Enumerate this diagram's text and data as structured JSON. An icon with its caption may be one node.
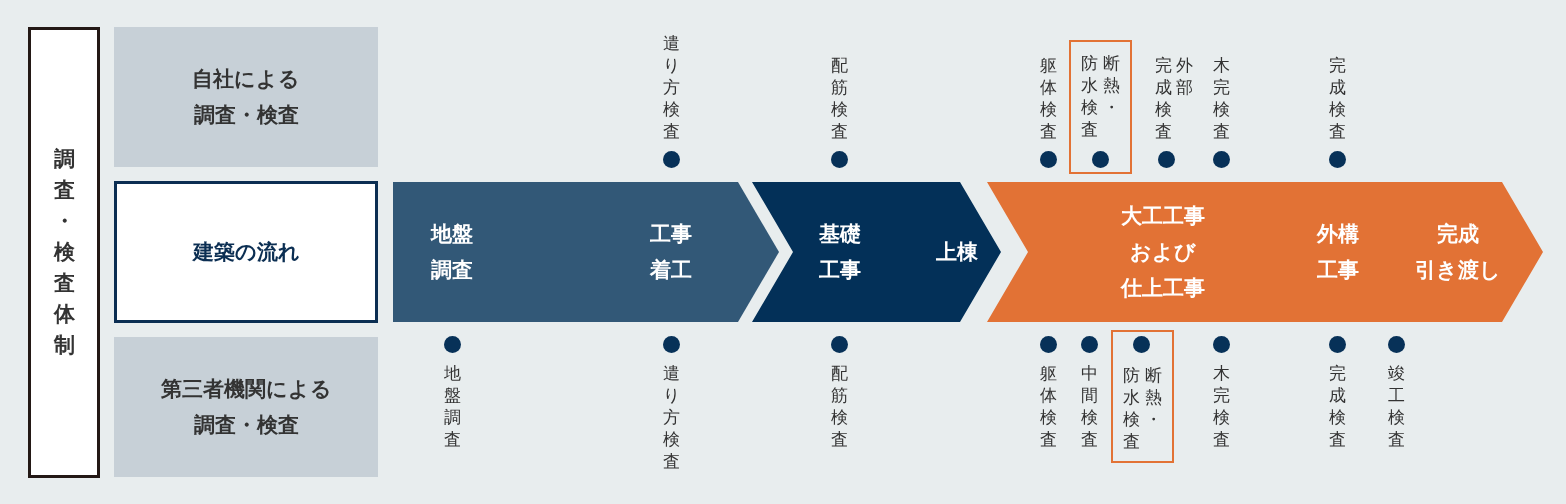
{
  "diagram": {
    "nodes": [
      {
        "text": [
          "調査・検査体制"
        ]
      },
      {
        "text": [
          "自社による調査・検査"
        ]
      },
      {
        "text": [
          "建築の流れ"
        ]
      },
      {
        "text": [
          "第三者機関による調査・検査"
        ]
      },
      {
        "text": [
          "地盤調査",
          "工事着工"
        ]
      },
      {
        "text": [
          "基礎工事",
          "上棟"
        ]
      },
      {
        "text": [
          "大工工事および仕上工事",
          "外構工事",
          "完成引き渡し"
        ]
      },
      {
        "text": [
          "断熱・防水検査"
        ]
      },
      {
        "text": [
          "断熱・防水検査"
        ]
      }
    ],
    "edges": [],
    "labels": [
      "遣り方検査",
      "配筋検査",
      "躯体検査",
      "外部完成検査",
      "木完検査",
      "完成検査",
      "地盤調査",
      "遣り方検査",
      "配筋検査",
      "躯体検査",
      "中間検査",
      "木完検査",
      "完成検査",
      "竣工検査"
    ]
  }
}
